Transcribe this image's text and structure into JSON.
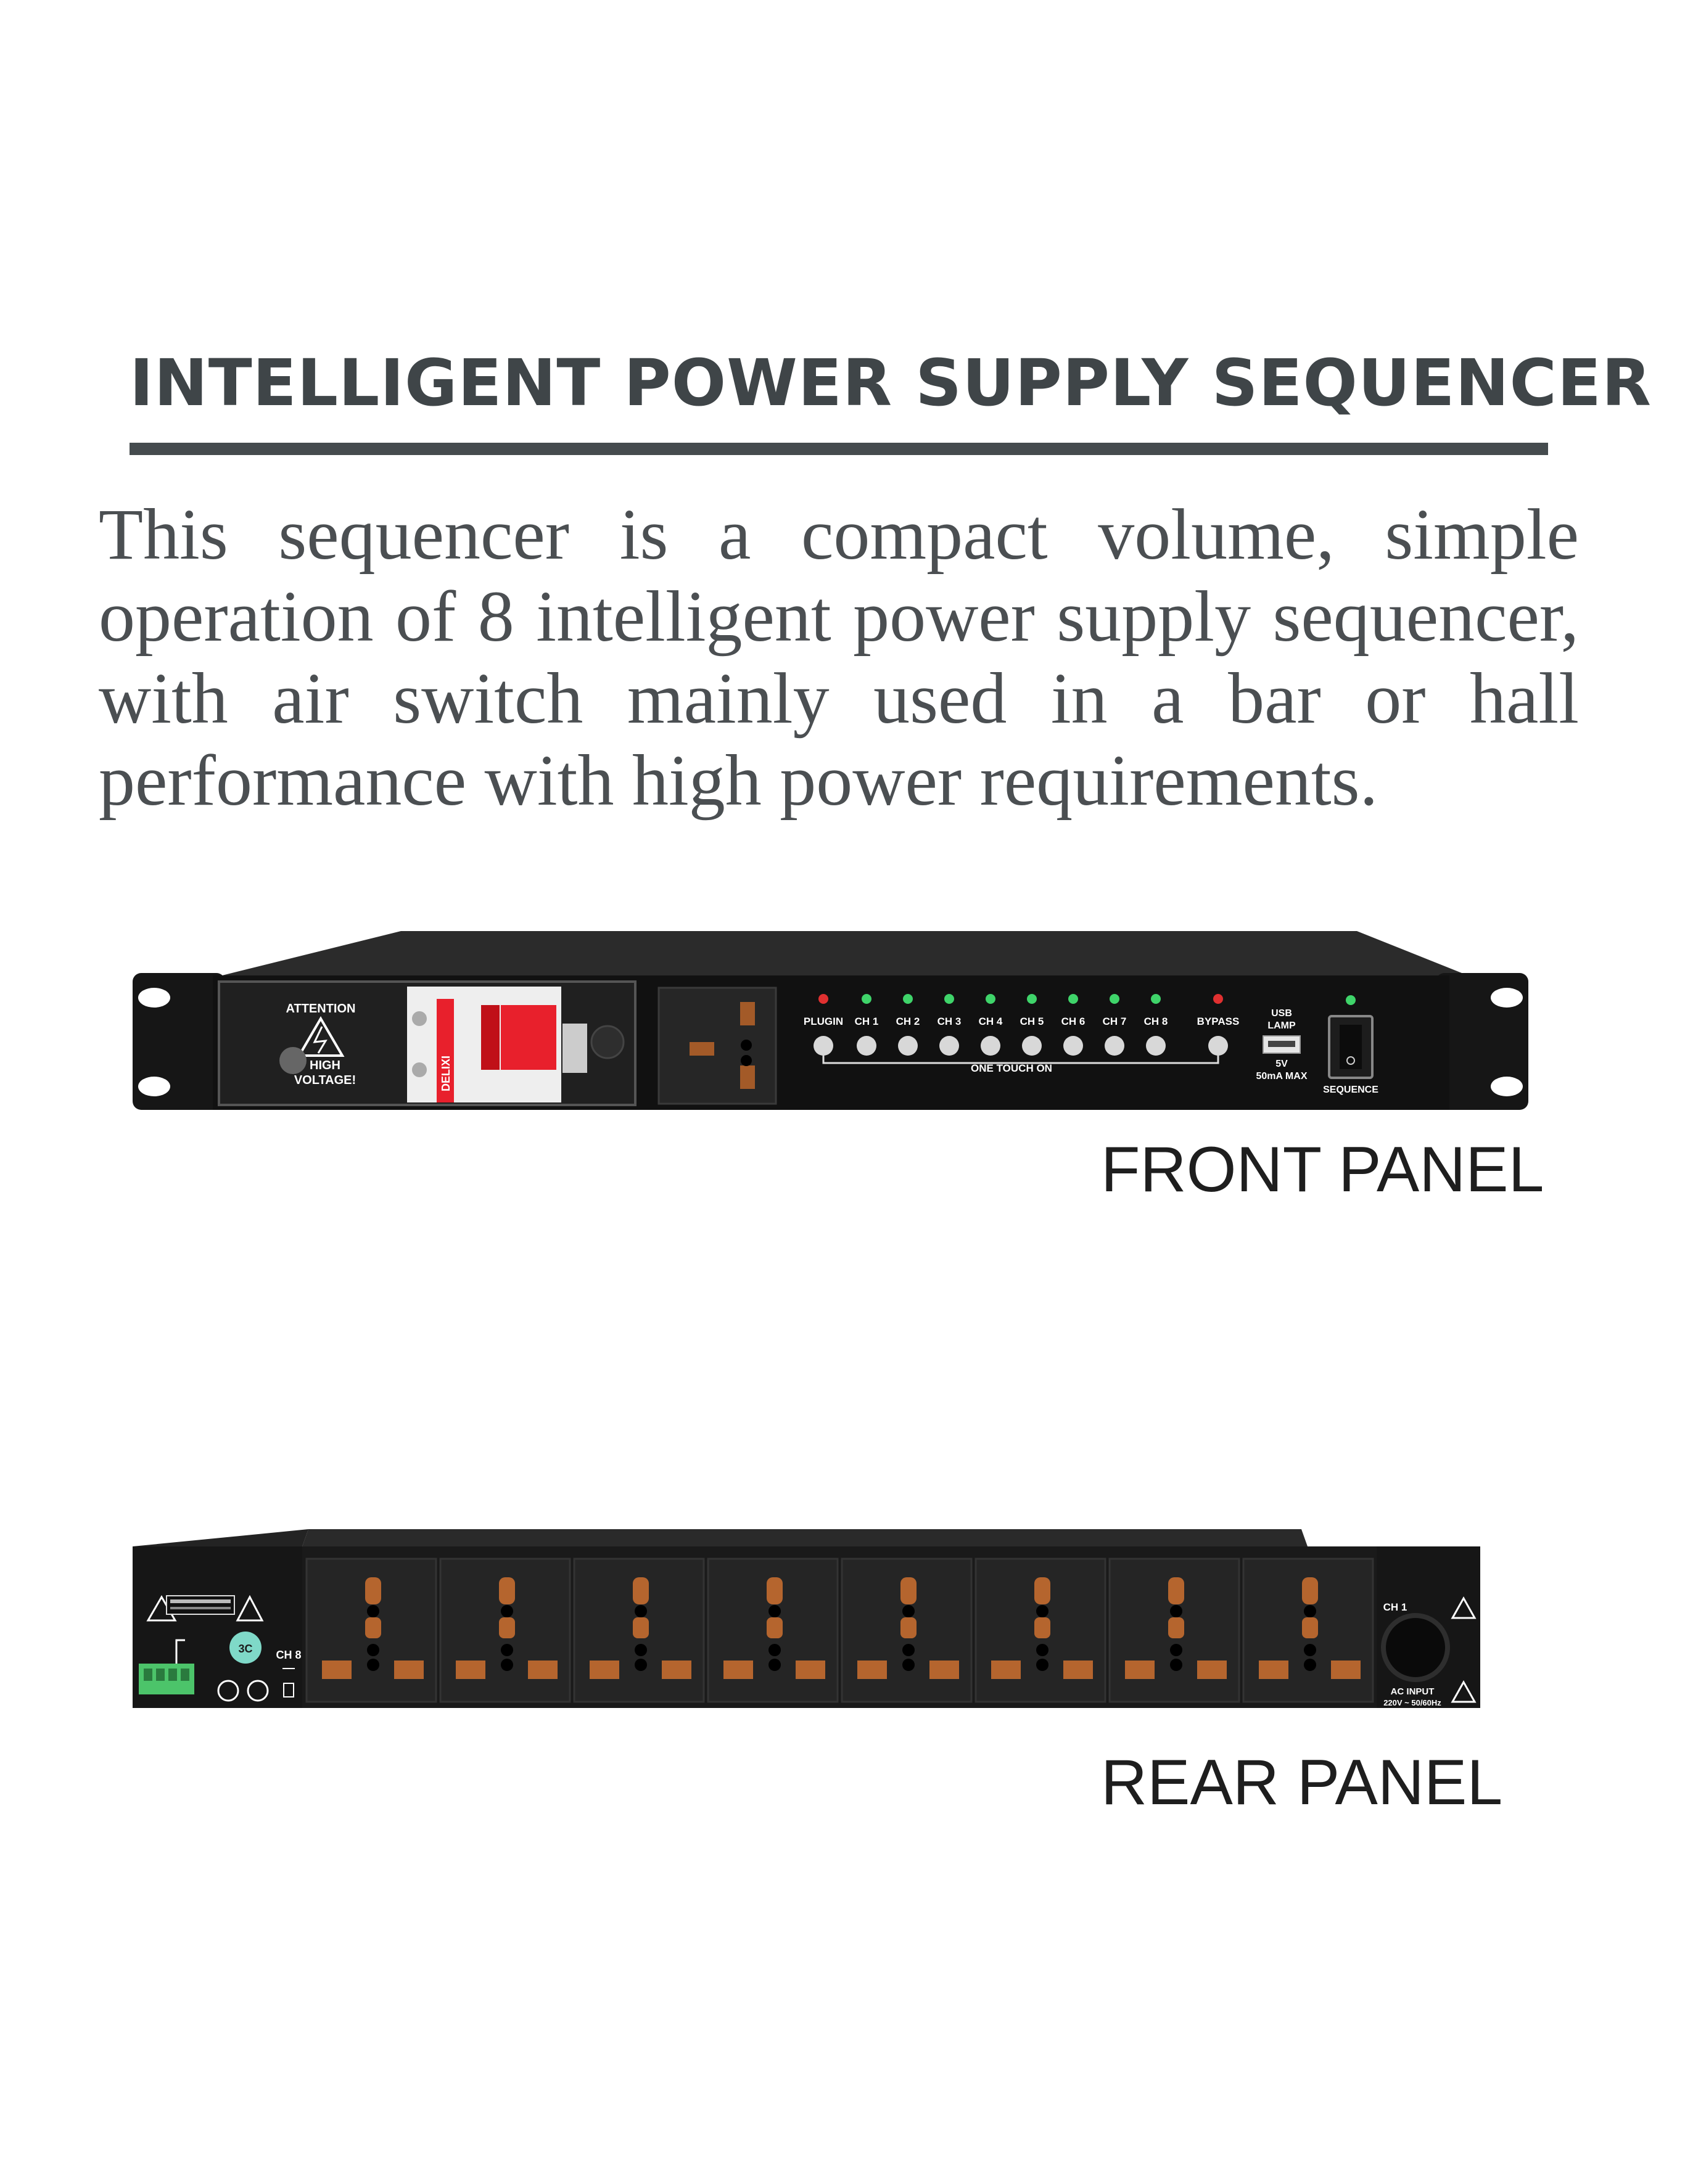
{
  "heading": {
    "title": "INTELLIGENT POWER SUPPLY SEQUENCER",
    "description": "This sequencer is a compact volume, simple operation of 8 intelligent power supply sequencer, with air switch mainly used in a bar or hall performance with high power requirements."
  },
  "front_panel": {
    "caption": "FRONT PANEL",
    "attention": "ATTENTION",
    "high": "HIGH",
    "voltage": "VOLTAGE!",
    "breaker_brand": "DELIXI",
    "plugin_label": "PLUGIN",
    "channels": [
      "CH 1",
      "CH 2",
      "CH 3",
      "CH 4",
      "CH 5",
      "CH 6",
      "CH 7",
      "CH 8"
    ],
    "bypass_label": "BYPASS",
    "one_touch": "ONE TOUCH ON",
    "usb_line1": "USB",
    "usb_line2": "LAMP",
    "usb_line3": "5V",
    "usb_line4": "50mA MAX",
    "sequence_label": "SEQUENCE",
    "colors": {
      "led_green": "#3fd46a",
      "led_red": "#e03030",
      "breaker_red": "#e8202c",
      "chassis": "#151515"
    }
  },
  "rear_panel": {
    "caption": "REAR PANEL",
    "ch8_label": "CH 8",
    "ch1_label": "CH 1",
    "ac_input_line1": "AC INPUT",
    "ac_input_line2": "220V ~ 50/60Hz",
    "colors": {
      "terminal_green": "#4cc46a",
      "outlet_copper": "#b5652e",
      "chassis": "#1a1a1a"
    }
  }
}
